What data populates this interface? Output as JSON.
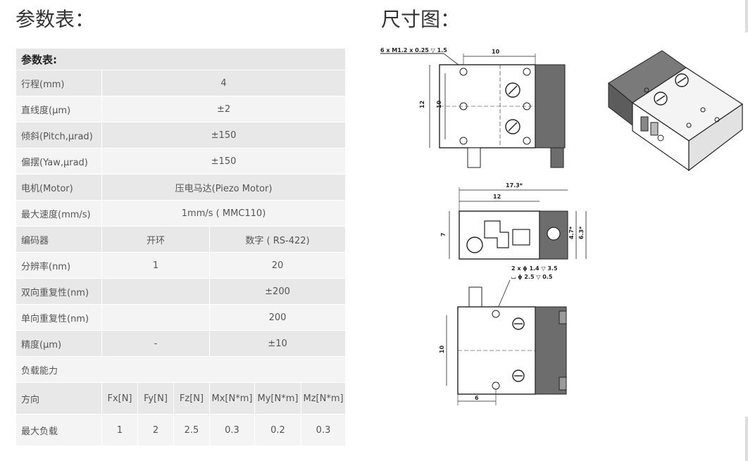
{
  "headings": {
    "params": "参数表：",
    "dimensions": "尺寸图："
  },
  "table": {
    "title": "参数表:",
    "rows": {
      "stroke": {
        "label": "行程(mm)",
        "value": "4"
      },
      "straightness": {
        "label": "直线度(μm)",
        "value": "±2"
      },
      "pitch": {
        "label": "倾斜(Pitch,μrad)",
        "value": "±150"
      },
      "yaw": {
        "label": "偏摆(Yaw,μrad)",
        "value": "±150"
      },
      "motor": {
        "label": "电机(Motor)",
        "value": "压电马达(Piezo Motor)"
      },
      "speed": {
        "label": "最大速度(mm/s)",
        "value": "1mm/s ( MMC110)"
      },
      "encoder": {
        "label": "编码器",
        "open": "开环",
        "digital": "数字 ( RS-422)"
      },
      "resolution": {
        "label": "分辨率(nm)",
        "open": "1",
        "digital": "20"
      },
      "bidir": {
        "label": "双向重复性(nm)",
        "open": "",
        "digital": "±200"
      },
      "unidir": {
        "label": "单向重复性(nm)",
        "open": "",
        "digital": "200"
      },
      "accuracy": {
        "label": "精度(μm)",
        "open": "-",
        "digital": "±10"
      },
      "load_title": {
        "label": "负载能力"
      },
      "direction": {
        "label": "方向",
        "cols": [
          "Fx[N]",
          "Fy[N]",
          "Fz[N]",
          "Mx[N*m]",
          "My[N*m]",
          "Mz[N*m]"
        ]
      },
      "max_load": {
        "label": "最大负载",
        "vals": [
          "1",
          "2",
          "2.5",
          "0.3",
          "0.2",
          "0.3"
        ]
      }
    }
  },
  "drawing": {
    "top_note": "6 x M1.2 x 0.25 ▽ 1.5",
    "top_width": "10",
    "top_h1": "12",
    "top_h2": "10",
    "side_total": "17.3*",
    "side_len": "12",
    "side_h": "7",
    "side_r1": "4.7*",
    "side_r2": "6.3*",
    "bottom_note1": "2 x ϕ 1.4 ▽ 3.5",
    "bottom_note2": "⌴ ϕ 2.5 ▽ 0.5",
    "bottom_h": "10",
    "bottom_w": "6"
  }
}
